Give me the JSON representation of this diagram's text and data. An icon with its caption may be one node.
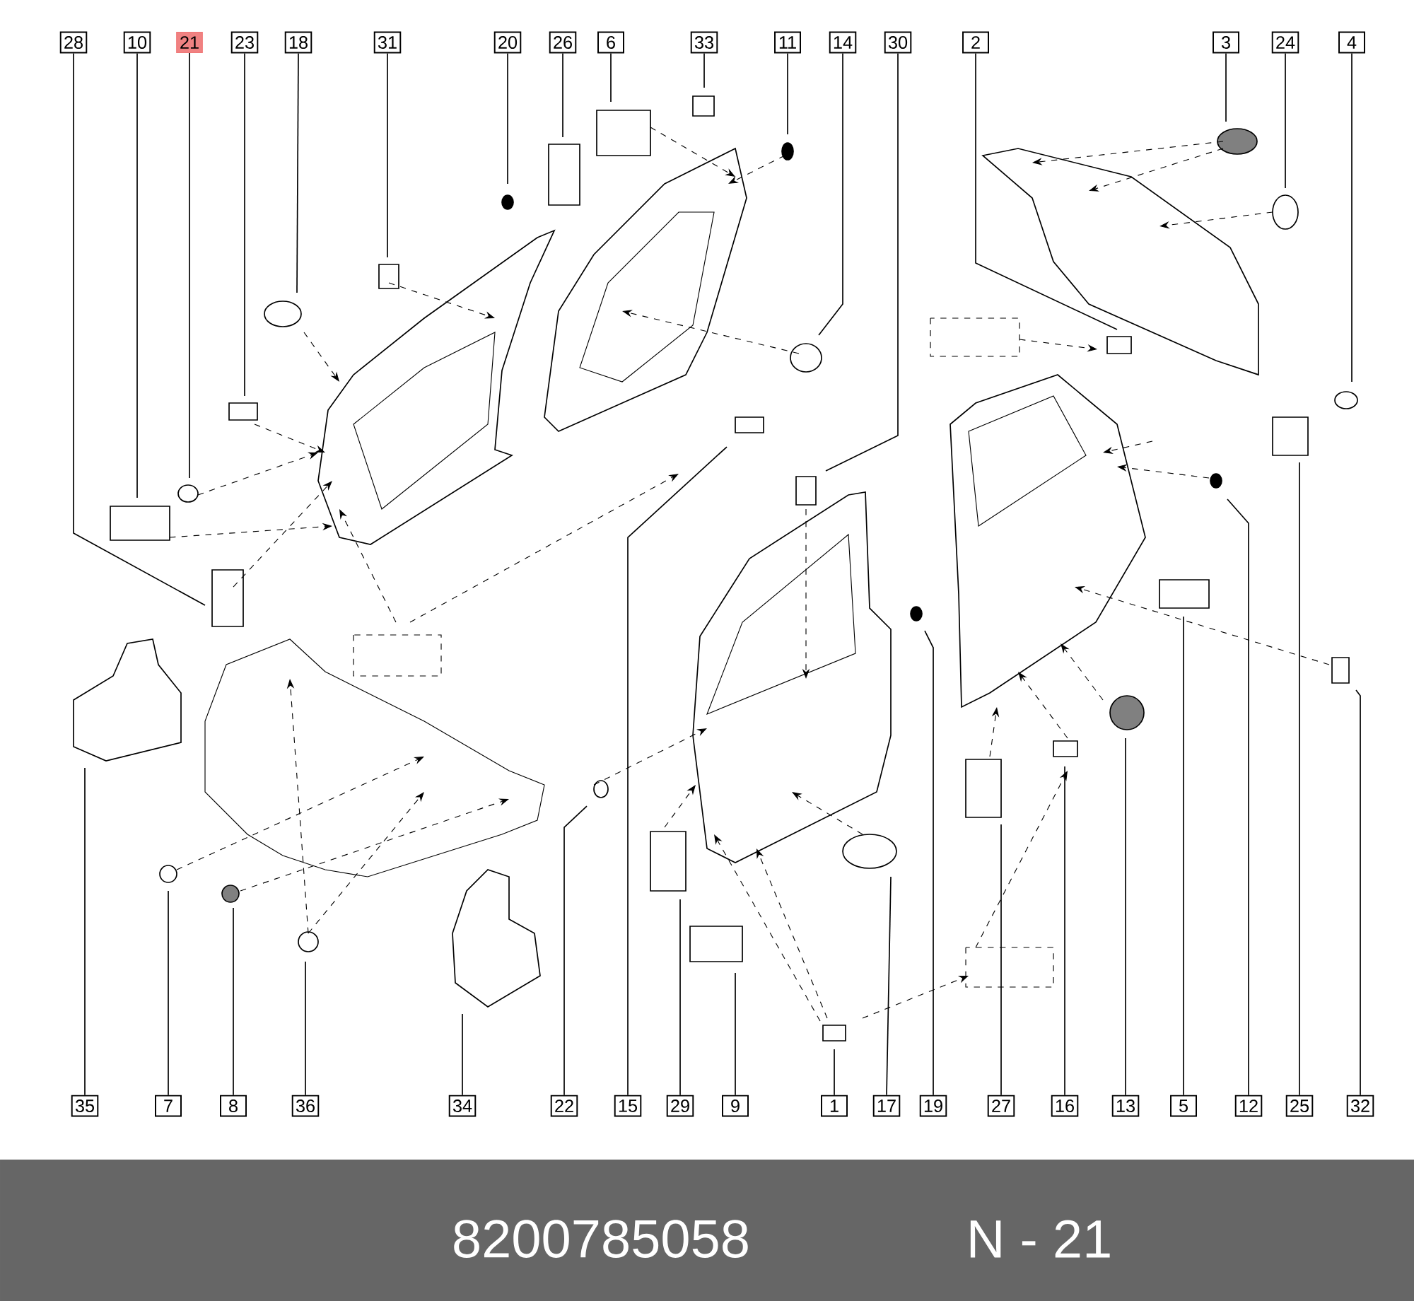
{
  "diagram": {
    "nodes": [
      {
        "text": [
          "28"
        ]
      },
      {
        "text": [
          "10"
        ]
      },
      {
        "text": [
          "21"
        ]
      },
      {
        "text": [
          "23"
        ]
      },
      {
        "text": [
          "18"
        ]
      },
      {
        "text": [
          "31"
        ]
      },
      {
        "text": [
          "20"
        ]
      },
      {
        "text": [
          "26"
        ]
      },
      {
        "text": [
          "6"
        ]
      },
      {
        "text": [
          "33"
        ]
      },
      {
        "text": [
          "11"
        ]
      },
      {
        "text": [
          "14"
        ]
      },
      {
        "text": [
          "30"
        ]
      },
      {
        "text": [
          "2"
        ]
      },
      {
        "text": [
          "3"
        ]
      },
      {
        "text": [
          "24"
        ]
      },
      {
        "text": [
          "4"
        ]
      },
      {
        "text": [
          "35"
        ]
      },
      {
        "text": [
          "7"
        ]
      },
      {
        "text": [
          "8"
        ]
      },
      {
        "text": [
          "36"
        ]
      },
      {
        "text": [
          "34"
        ]
      },
      {
        "text": [
          "22"
        ]
      },
      {
        "text": [
          "15"
        ]
      },
      {
        "text": [
          "29"
        ]
      },
      {
        "text": [
          "9"
        ]
      },
      {
        "text": [
          "1"
        ]
      },
      {
        "text": [
          "17"
        ]
      },
      {
        "text": [
          "19"
        ]
      },
      {
        "text": [
          "27"
        ]
      },
      {
        "text": [
          "16"
        ]
      },
      {
        "text": [
          "13"
        ]
      },
      {
        "text": [
          "5"
        ]
      },
      {
        "text": [
          "12"
        ]
      },
      {
        "text": [
          "25"
        ]
      },
      {
        "text": [
          "32"
        ]
      }
    ],
    "edges": [
      {
        "from": 0,
        "to": null,
        "arrow": "none"
      },
      {
        "from": 1,
        "to": null,
        "arrow": "none"
      },
      {
        "from": 2,
        "to": null,
        "arrow": "none"
      },
      {
        "from": 3,
        "to": null,
        "arrow": "none"
      },
      {
        "from": 4,
        "to": null,
        "arrow": "none"
      },
      {
        "from": 5,
        "to": null,
        "arrow": "none"
      },
      {
        "from": 6,
        "to": null,
        "arrow": "none"
      },
      {
        "from": 7,
        "to": null,
        "arrow": "none"
      },
      {
        "from": 8,
        "to": null,
        "arrow": "none"
      },
      {
        "from": 9,
        "to": null,
        "arrow": "none"
      },
      {
        "from": 10,
        "to": null,
        "arrow": "none"
      },
      {
        "from": 11,
        "to": null,
        "arrow": "none"
      },
      {
        "from": 12,
        "to": null,
        "arrow": "none"
      },
      {
        "from": 13,
        "to": null,
        "arrow": "none"
      },
      {
        "from": 14,
        "to": null,
        "arrow": "none"
      },
      {
        "from": 15,
        "to": null,
        "arrow": "none"
      },
      {
        "from": 16,
        "to": null,
        "arrow": "none"
      },
      {
        "from": 17,
        "to": null,
        "arrow": "none"
      },
      {
        "from": 18,
        "to": null,
        "arrow": "none"
      },
      {
        "from": 19,
        "to": null,
        "arrow": "none"
      },
      {
        "from": 20,
        "to": null,
        "arrow": "none"
      },
      {
        "from": 21,
        "to": null,
        "arrow": "none"
      },
      {
        "from": 22,
        "to": null,
        "arrow": "none"
      },
      {
        "from": 23,
        "to": null,
        "arrow": "none"
      },
      {
        "from": 24,
        "to": null,
        "arrow": "none"
      },
      {
        "from": 25,
        "to": null,
        "arrow": "none"
      },
      {
        "from": 26,
        "to": null,
        "arrow": "none"
      },
      {
        "from": 27,
        "to": null,
        "arrow": "none"
      },
      {
        "from": 28,
        "to": null,
        "arrow": "none"
      },
      {
        "from": 29,
        "to": null,
        "arrow": "none"
      },
      {
        "from": 30,
        "to": null,
        "arrow": "none"
      },
      {
        "from": 31,
        "to": null,
        "arrow": "none"
      },
      {
        "from": 32,
        "to": null,
        "arrow": "none"
      },
      {
        "from": 33,
        "to": null,
        "arrow": "none"
      },
      {
        "from": 34,
        "to": null,
        "arrow": "none"
      },
      {
        "from": 35,
        "to": null,
        "arrow": "none"
      }
    ],
    "labels": [
      "8200785058",
      "N - 21"
    ]
  }
}
